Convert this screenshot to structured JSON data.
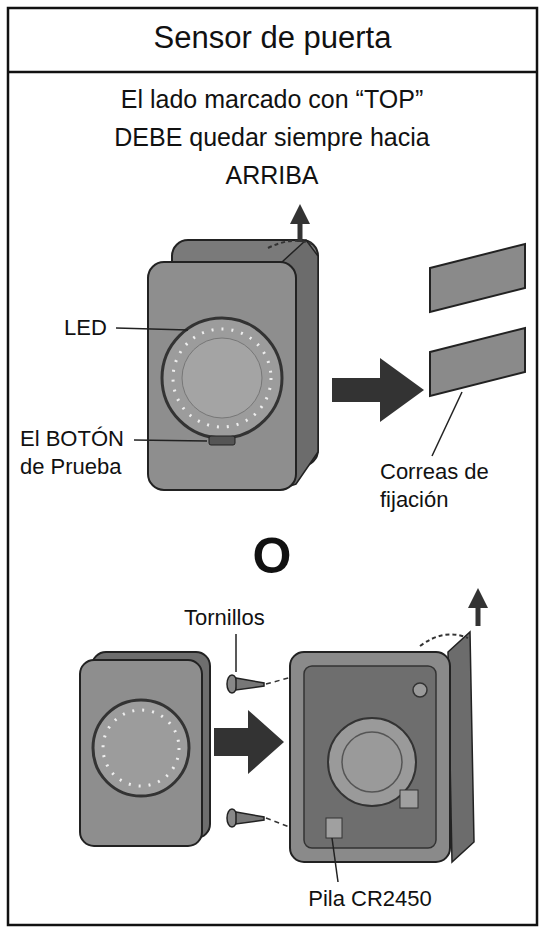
{
  "diagram": {
    "title": "Sensor de puerta",
    "labels": [
      "El lado marcado con “TOP” DEBE quedar siempre hacia ARRIBA",
      "LED",
      "El BOTÓN de Prueba",
      "Correas de fijación",
      "O",
      "Tornillos",
      "Pila CR2450"
    ]
  }
}
